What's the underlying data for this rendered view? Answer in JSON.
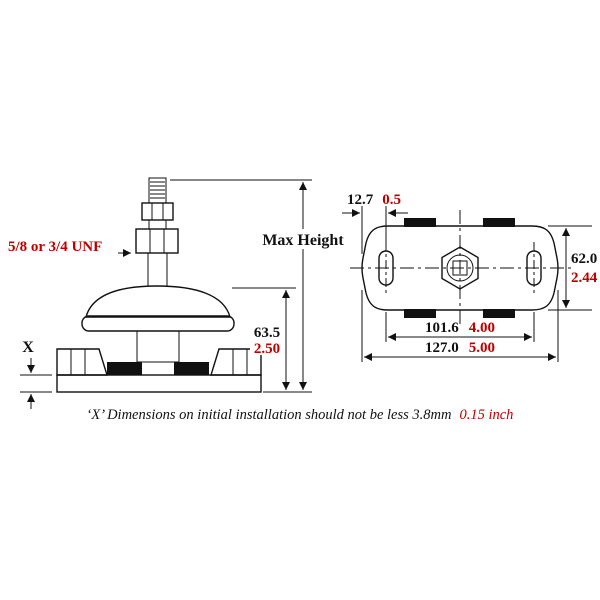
{
  "title": "engine mount dimension drawing",
  "colors": {
    "line": "#111111",
    "metric_text": "#111111",
    "inch_text": "#bb0000",
    "background": "#ffffff"
  },
  "side_view": {
    "stud_label": "5/8 or 3/4 UNF",
    "max_height_label": "Max Height",
    "height": {
      "metric": "63.5",
      "inch": "2.50"
    },
    "gap_label": "X"
  },
  "top_view": {
    "edge_to_slot": {
      "metric": "12.7",
      "inch": "0.5"
    },
    "plate_width": {
      "metric": "62.0",
      "inch": "2.44"
    },
    "slot_spacing": {
      "metric": "101.6",
      "inch": "4.00"
    },
    "overall_length": {
      "metric": "127.0",
      "inch": "5.00"
    }
  },
  "footnote": {
    "text": "‘X’ Dimensions on initial installation should not be less 3.8mm",
    "inch_text": "0.15 inch"
  }
}
